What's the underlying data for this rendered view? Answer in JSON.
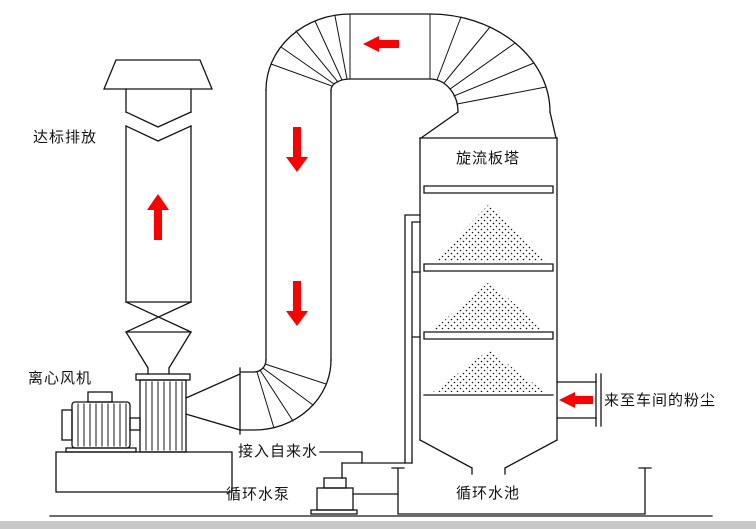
{
  "diagram": {
    "labels": {
      "emission": "达标排放",
      "tower": "旋流板塔",
      "fan": "离心风机",
      "tap_water": "接入自来水",
      "pump": "循环水泵",
      "pool": "循环水池",
      "dust_inlet": "来至车间的粉尘"
    },
    "flow_arrows": [
      {
        "name": "stack-up-arrow",
        "direction": "up"
      },
      {
        "name": "duct-down-arrow-1",
        "direction": "down"
      },
      {
        "name": "duct-down-arrow-2",
        "direction": "down"
      },
      {
        "name": "top-duct-left-arrow",
        "direction": "left"
      },
      {
        "name": "inlet-left-arrow",
        "direction": "left"
      }
    ],
    "colors": {
      "line": "#141414",
      "arrow": "#fe0000",
      "background": "#ffffff",
      "footer_bar": "#c8c8c8"
    }
  }
}
